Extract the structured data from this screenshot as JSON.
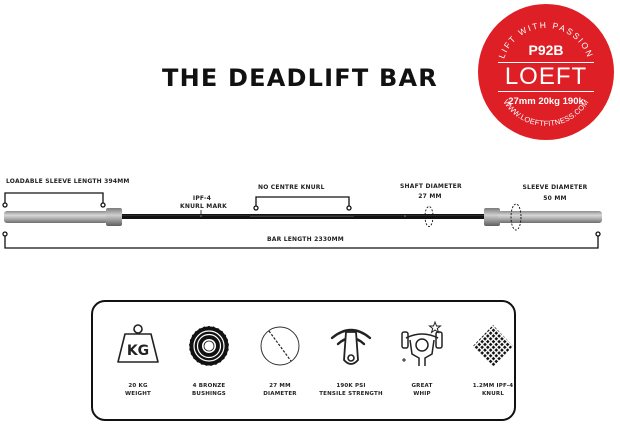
{
  "title": "THE DEADLIFT BAR",
  "badge": {
    "tagline": "LIFT WITH PASSION",
    "model": "P92B",
    "brand": "LOEFT",
    "spec": "27mm 20kg 190k",
    "website": "WWW.LOEFTFITNESS.COM",
    "color": "#de1f26"
  },
  "diagram": {
    "labels": {
      "loadable_sleeve": "LOADABLE SLEEVE LENGTH 394MM",
      "knurl_mark_line1": "IPF-4",
      "knurl_mark_line2": "KNURL MARK",
      "no_centre_knurl": "NO CENTRE KNURL",
      "shaft_diameter_line1": "SHAFT DIAMETER",
      "shaft_diameter_line2": "27 MM",
      "sleeve_diameter_line1": "SLEEVE DIAMETER",
      "sleeve_diameter_line2": "50 MM",
      "bar_length": "BAR LENGTH 2330MM"
    }
  },
  "features": [
    {
      "icon": "kg-weight-icon",
      "line1": "20 KG",
      "line2": "WEIGHT",
      "icon_text": "KG"
    },
    {
      "icon": "bushing-icon",
      "line1": "4 BRONZE",
      "line2": "BUSHINGS"
    },
    {
      "icon": "diameter-icon",
      "line1": "27 MM",
      "line2": "DIAMETER"
    },
    {
      "icon": "tensile-strength-icon",
      "line1": "190K PSI",
      "line2": "TENSILE STRENGTH"
    },
    {
      "icon": "whip-lifter-icon",
      "line1": "GREAT",
      "line2": "WHIP"
    },
    {
      "icon": "knurl-pattern-icon",
      "line1": "1.2MM IPF-4",
      "line2": "KNURL"
    }
  ]
}
